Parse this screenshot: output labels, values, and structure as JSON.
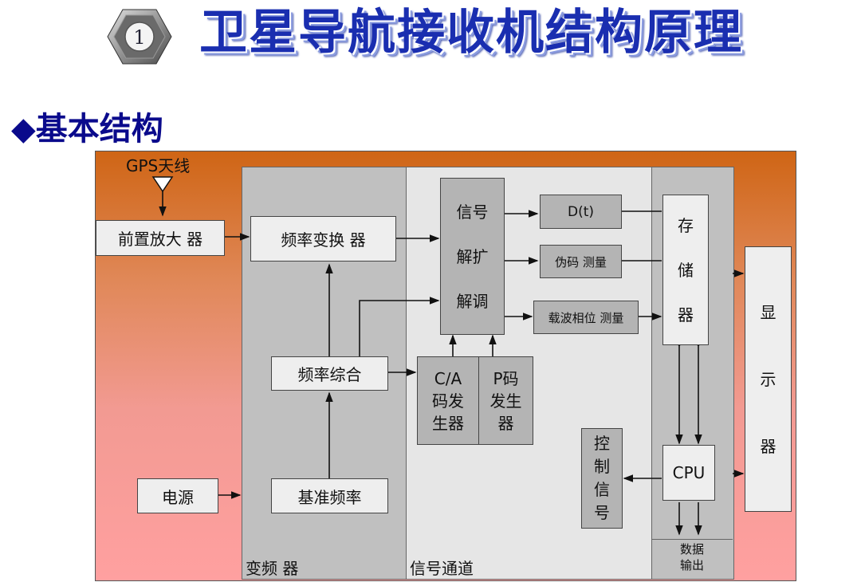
{
  "header": {
    "number": "1",
    "title": "卫星导航接收机结构原理"
  },
  "section": {
    "bullet": "◆",
    "title": "基本结构"
  },
  "diagram": {
    "antenna_label": "GPS天线",
    "preamp": "前置放大 器",
    "power": "电源",
    "converter_panel_label": "变频 器",
    "freq_converter": "频率变换 器",
    "freq_synth": "频率综合",
    "ref_freq": "基准频率",
    "signal_panel_label": "信号通道",
    "despread": [
      "信号",
      "解扩",
      "解调"
    ],
    "dt": "D(t)",
    "pseudo": "伪码 测量",
    "carrier": "载波相位 测量",
    "ca_gen": [
      "C/A",
      "码发",
      "生器"
    ],
    "p_gen": [
      "P码",
      "发生",
      "器"
    ],
    "control": [
      "控",
      "制",
      "信",
      "号"
    ],
    "memory": [
      "存",
      "储",
      "器"
    ],
    "cpu": "CPU",
    "data_out": [
      "数据",
      "输出"
    ],
    "display": [
      "显",
      "示",
      "器"
    ]
  },
  "colors": {
    "title": "#1a2eb0",
    "section": "#0a0a8c",
    "bg_top": "#cf6515",
    "bg_bottom": "#ffa0a0"
  }
}
